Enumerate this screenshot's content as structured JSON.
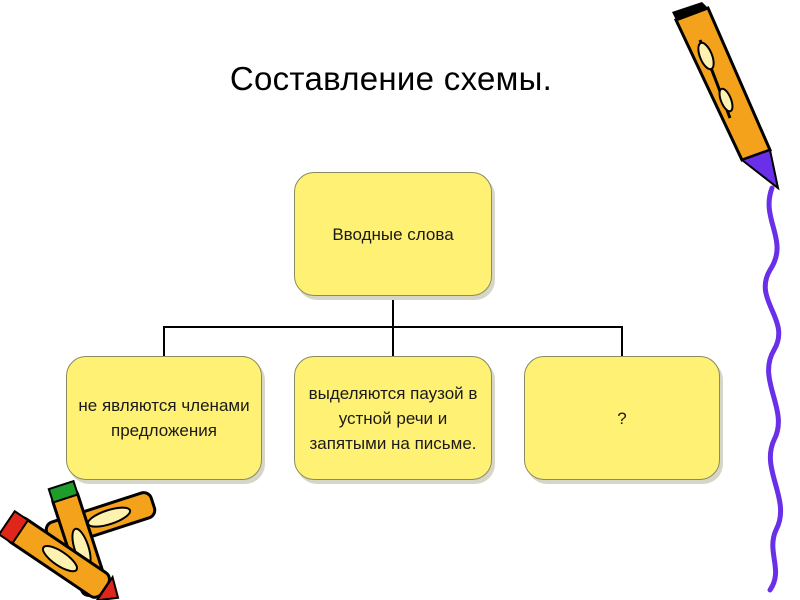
{
  "slide": {
    "title_part1": "Составление",
    "title_part2": "схемы."
  },
  "diagram": {
    "root": "Вводные слова",
    "children": [
      "не являются членами предложения",
      "выделяются паузой в устной речи и запятыми на письме.",
      "?"
    ]
  },
  "colors": {
    "box_fill": "#fff173",
    "connector": "#000000",
    "accent_purple": "#6a2fe8",
    "pencil_orange": "#f4a21c"
  },
  "icons": [
    "pencil-icon",
    "crayons-icon",
    "purple-squiggle"
  ]
}
